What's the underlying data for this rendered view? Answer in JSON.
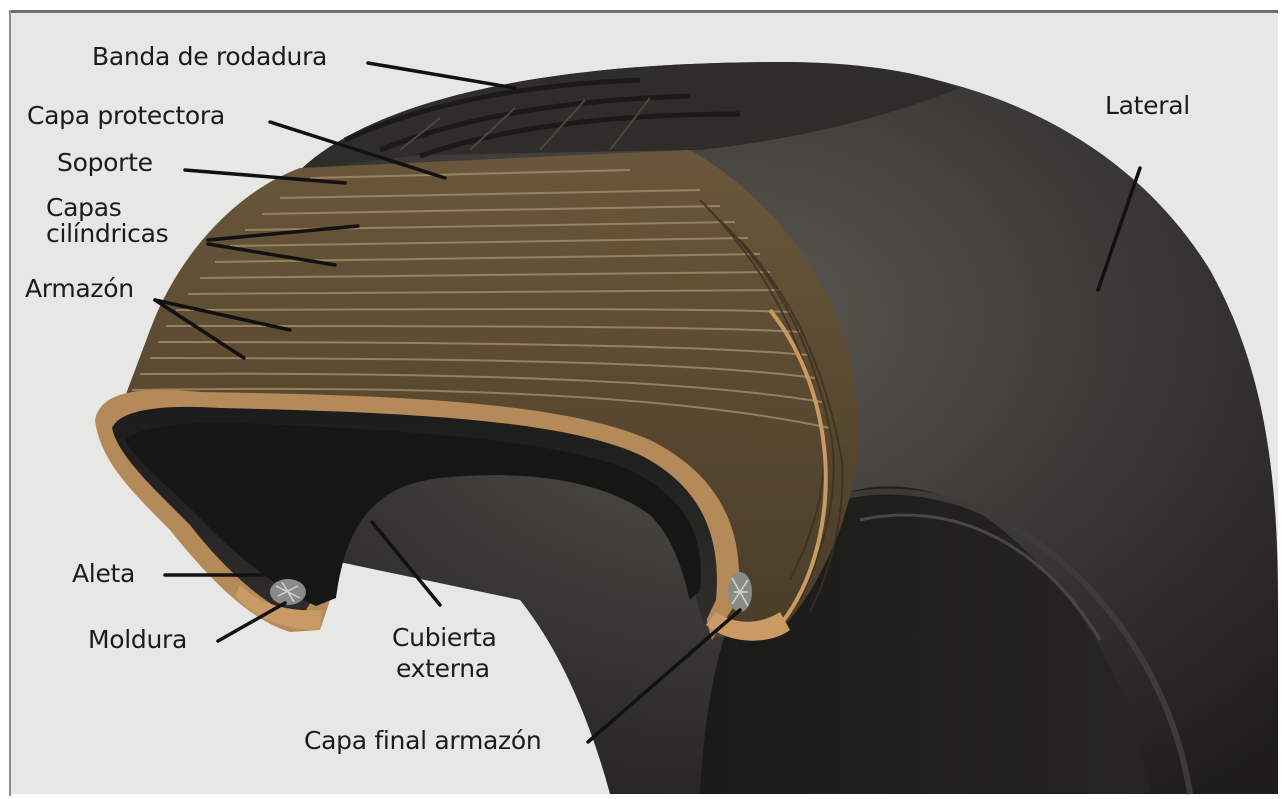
{
  "labels": {
    "banda": "Banda de rodadura",
    "capa_protectora": "Capa protectora",
    "soporte": "Soporte",
    "capas_1": "Capas",
    "capas_2": "cilíndricas",
    "armazon": "Armazón",
    "aleta": "Aleta",
    "moldura": "Moldura",
    "cubierta_1": "Cubierta",
    "cubierta_2": "externa",
    "capa_final": "Capa final armazón",
    "lateral": "Lateral"
  },
  "colors": {
    "background": "#e7e8e5",
    "rubber": "#2a2926",
    "rubber_highlight": "#5a5750",
    "section_layers": "#5b4a33",
    "layer_lines": "#a08a66",
    "inner_ply": "#b48a58",
    "leader_line": "#111111"
  }
}
